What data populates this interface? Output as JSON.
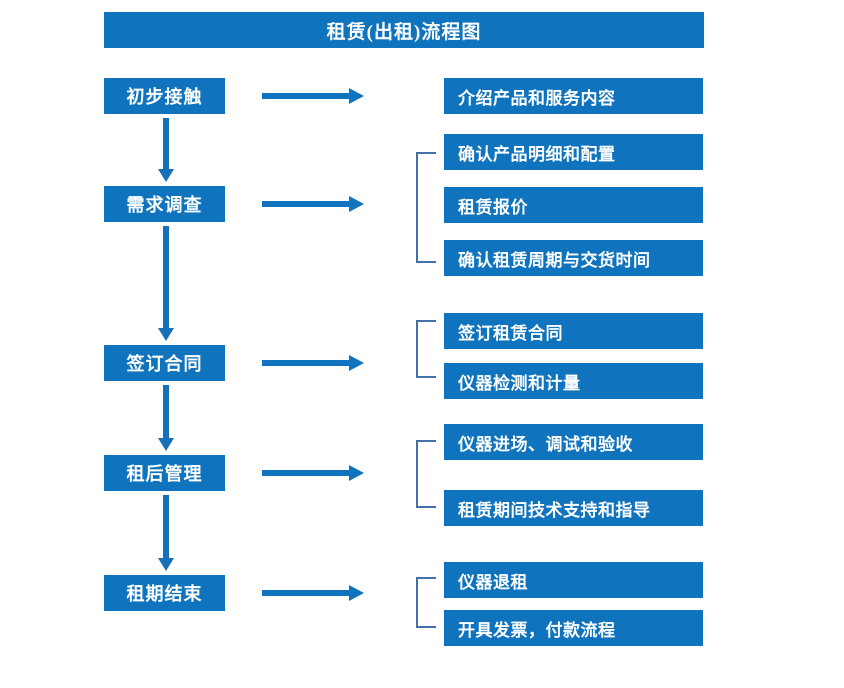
{
  "title": "租赁(出租)流程图",
  "accent_color": "#0f74bd",
  "bracket_color": "#4472a8",
  "stages": [
    {
      "label": "初步接触"
    },
    {
      "label": "需求调查"
    },
    {
      "label": "签订合同"
    },
    {
      "label": "租后管理"
    },
    {
      "label": "租期结束"
    }
  ],
  "details": [
    {
      "label": "介绍产品和服务内容"
    },
    {
      "label": "确认产品明细和配置"
    },
    {
      "label": "租赁报价"
    },
    {
      "label": "确认租赁周期与交货时间"
    },
    {
      "label": "签订租赁合同"
    },
    {
      "label": "仪器检测和计量"
    },
    {
      "label": "仪器进场、调试和验收"
    },
    {
      "label": "租赁期间技术支持和指导"
    },
    {
      "label": "仪器退租"
    },
    {
      "label": "开具发票，付款流程"
    }
  ]
}
